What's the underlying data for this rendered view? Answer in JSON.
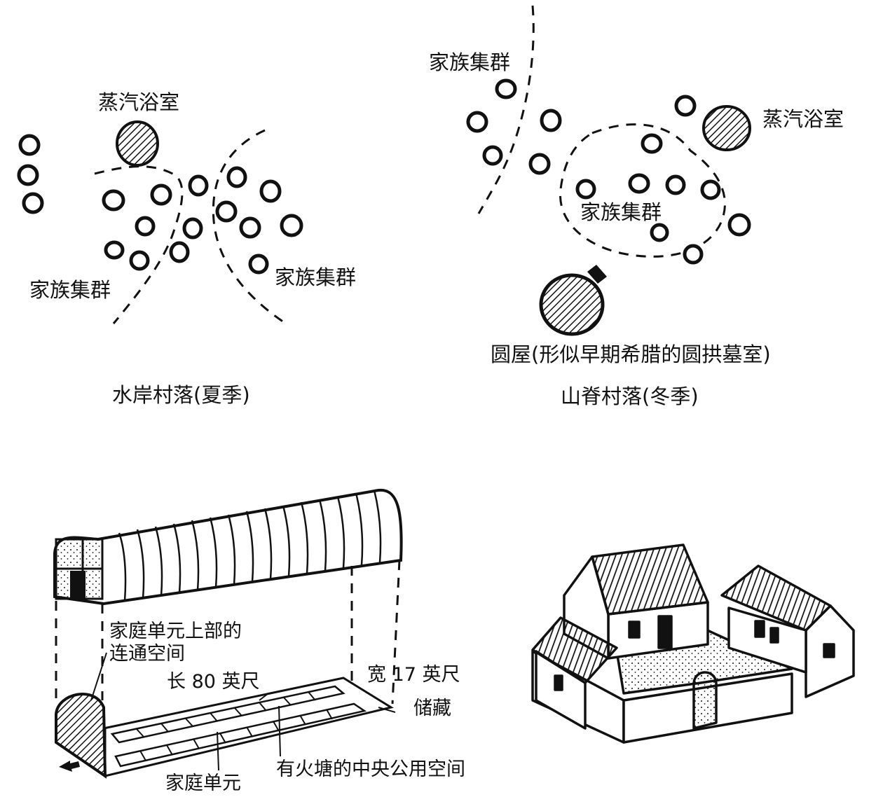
{
  "summer": {
    "steam_bath": "蒸汽浴室",
    "family_cluster_left": "家族集群",
    "family_cluster_right": "家族集群",
    "caption": "水岸村落(夏季)"
  },
  "winter": {
    "family_cluster_top": "家族集群",
    "steam_bath": "蒸汽浴室",
    "family_cluster_center": "家族集群",
    "round_house": "圆屋(形似早期希腊的圆拱墓室)",
    "caption": "山脊村落(冬季)"
  },
  "longhouse": {
    "upper_space_line1": "家庭单元上部的",
    "upper_space_line2": "连通空间",
    "length": "长 80 英尺",
    "width": "宽 17 英尺",
    "storage": "储藏",
    "central_space": "有火塘的中央公用空间",
    "family_unit": "家庭单元"
  }
}
